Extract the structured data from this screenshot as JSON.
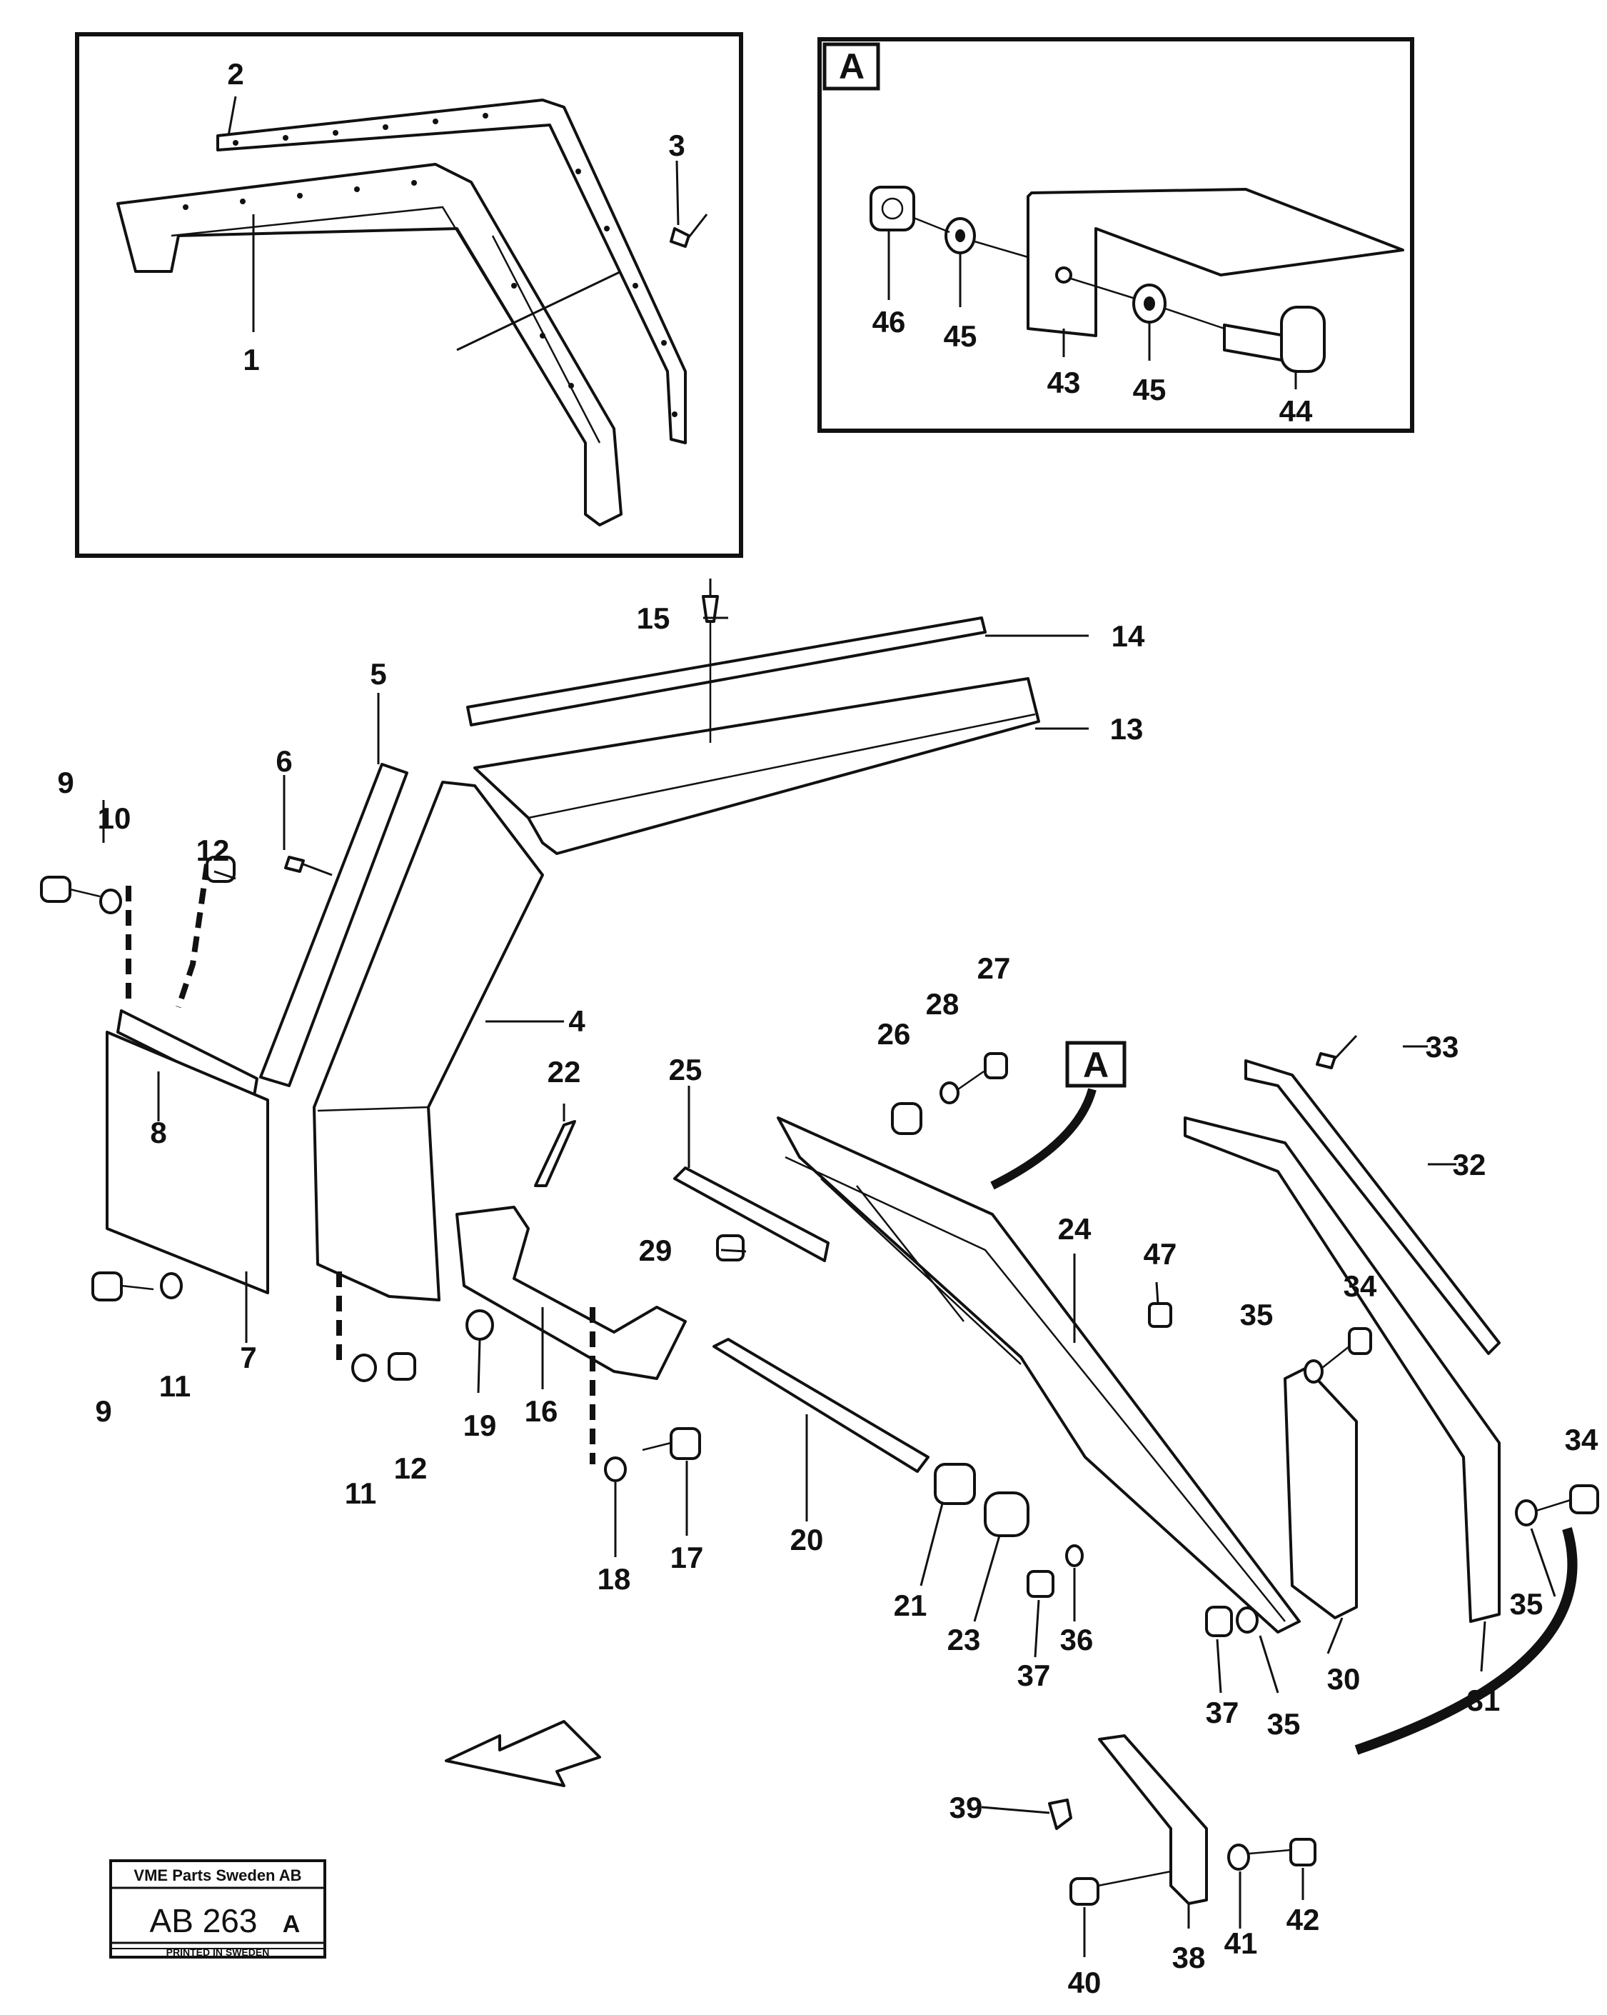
{
  "callouts": {
    "c1": "1",
    "c2": "2",
    "c3": "3",
    "c4": "4",
    "c5": "5",
    "c6": "6",
    "c7": "7",
    "c8": "8",
    "c9a": "9",
    "c9b": "9",
    "c10": "10",
    "c11a": "11",
    "c11b": "11",
    "c12a": "12",
    "c12b": "12",
    "c13": "13",
    "c14": "14",
    "c15": "15",
    "c16": "16",
    "c17": "17",
    "c18": "18",
    "c19": "19",
    "c20": "20",
    "c21": "21",
    "c22": "22",
    "c23": "23",
    "c24": "24",
    "c25": "25",
    "c26": "26",
    "c27": "27",
    "c28": "28",
    "c29": "29",
    "c30": "30",
    "c31": "31",
    "c32": "32",
    "c33": "33",
    "c34a": "34",
    "c34b": "34",
    "c35a": "35",
    "c35b": "35",
    "c35c": "35",
    "c36": "36",
    "c37a": "37",
    "c37b": "37",
    "c38": "38",
    "c39": "39",
    "c40": "40",
    "c41": "41",
    "c42": "42",
    "c43": "43",
    "c44": "44",
    "c45a": "45",
    "c45b": "45",
    "c46": "46",
    "c47": "47"
  },
  "detail_ref": {
    "inset_label": "A",
    "main_label": "A"
  },
  "stamp": {
    "company": "VME Parts Sweden AB",
    "code": "AB 263",
    "suffix": "A",
    "printed": "PRINTED IN SWEDEN"
  }
}
